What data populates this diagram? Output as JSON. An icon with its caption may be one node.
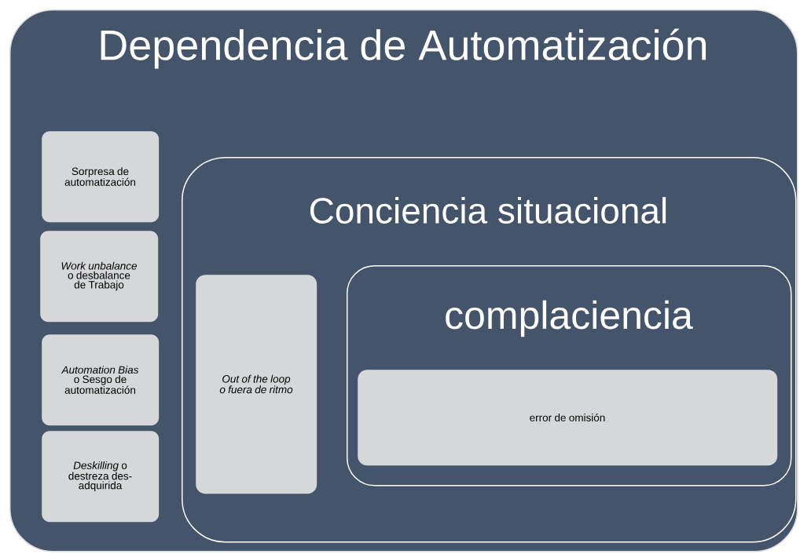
{
  "diagram": {
    "nodes": [
      {
        "text": [
          "Dependencia de Automatización"
        ]
      },
      {
        "text": [
          "Sorpresa de automatización"
        ],
        "in": 0
      },
      {
        "text": [
          "*Work unbalance* o desbalance de Trabajo"
        ],
        "in": 0
      },
      {
        "text": [
          "*Automation Bias* o Sesgo de automatización"
        ],
        "in": 0
      },
      {
        "text": [
          "*Deskilling* o destreza des-adquirida"
        ],
        "in": 0
      },
      {
        "text": [
          "Conciencia situacional"
        ],
        "in": 0
      },
      {
        "text": [
          "Out of the loop o fuera de ritmo"
        ],
        "in": 5
      },
      {
        "text": [
          "complaciencia"
        ],
        "in": 5
      },
      {
        "text": [
          "error de omisión"
        ],
        "in": 7
      }
    ]
  }
}
